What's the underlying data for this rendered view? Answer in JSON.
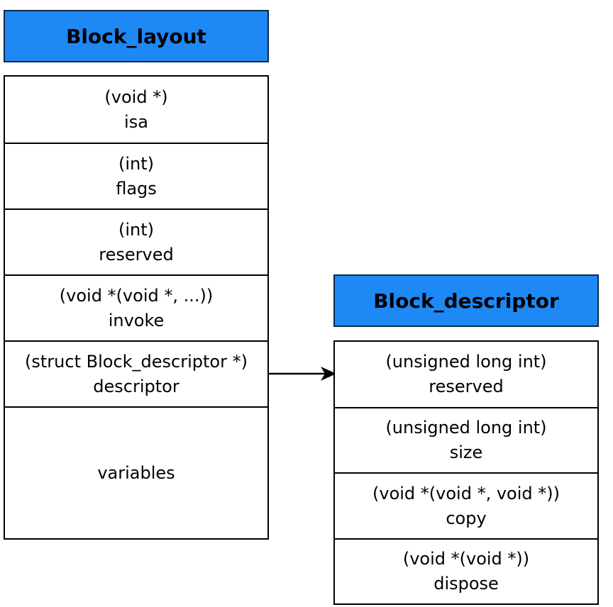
{
  "block_layout": {
    "title": "Block_layout",
    "fields": [
      {
        "type": "(void *)",
        "name": "isa"
      },
      {
        "type": "(int)",
        "name": "flags"
      },
      {
        "type": "(int)",
        "name": "reserved"
      },
      {
        "type": "(void *(void *, ...))",
        "name": "invoke"
      },
      {
        "type": "(struct Block_descriptor *)",
        "name": "descriptor"
      },
      {
        "type": "",
        "name": "variables"
      }
    ]
  },
  "block_descriptor": {
    "title": "Block_descriptor",
    "fields": [
      {
        "type": "(unsigned long int)",
        "name": "reserved"
      },
      {
        "type": "(unsigned long int)",
        "name": "size"
      },
      {
        "type": "(void *(void *, void *))",
        "name": "copy"
      },
      {
        "type": "(void *(void *))",
        "name": "dispose"
      }
    ]
  },
  "colors": {
    "header_fill": "#1e88f5",
    "border": "#000000"
  }
}
